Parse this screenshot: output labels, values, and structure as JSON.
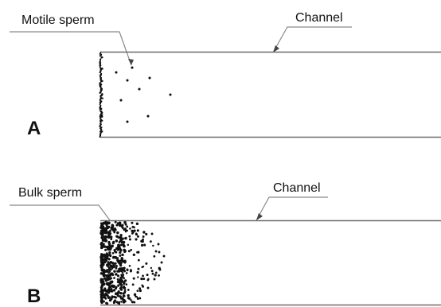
{
  "panel_a": {
    "letter": "A",
    "motile_label": "Motile sperm",
    "channel_label": "Channel"
  },
  "panel_b": {
    "letter": "B",
    "bulk_label": "Bulk sperm",
    "channel_label": "Channel"
  },
  "colors": {
    "dot": "#111111",
    "channel": "#6a6a6a",
    "leader": "#8a8a8a"
  }
}
